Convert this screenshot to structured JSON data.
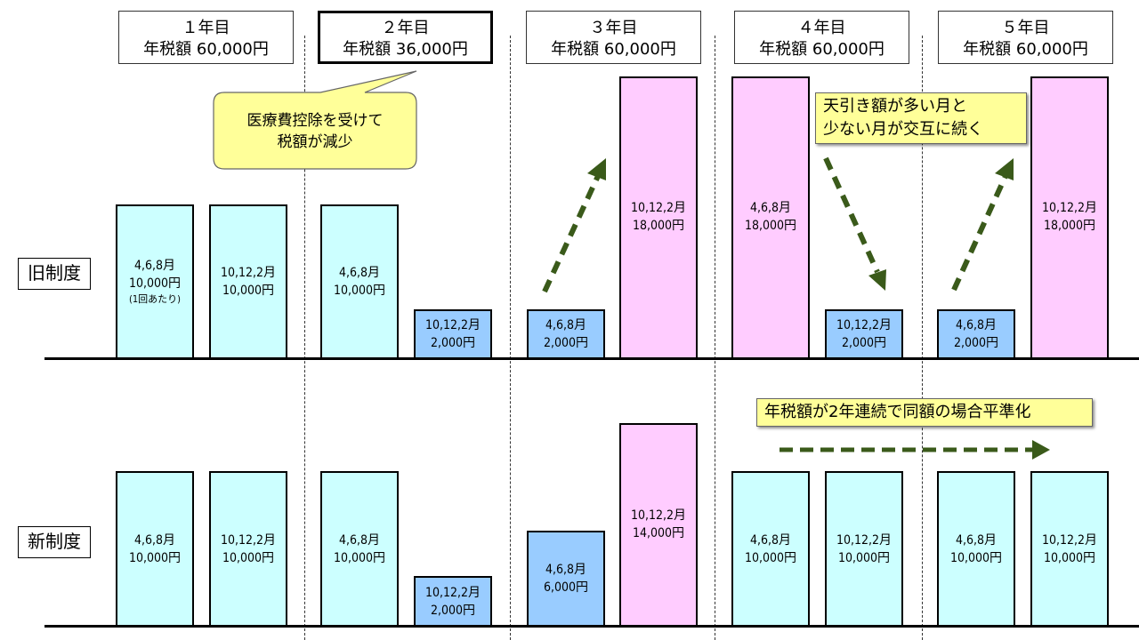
{
  "years": [
    {
      "label": "１年目",
      "tax": "年税額 60,000円"
    },
    {
      "label": "２年目",
      "tax": "年税額 36,000円"
    },
    {
      "label": "３年目",
      "tax": "年税額 60,000円"
    },
    {
      "label": "４年目",
      "tax": "年税額 60,000円"
    },
    {
      "label": "５年目",
      "tax": "年税額 60,000円"
    }
  ],
  "rows": {
    "old": "旧制度",
    "new": "新制度"
  },
  "callouts": {
    "medical": "医療費控除を受けて\n税額が減少",
    "alternate": "天引き額が多い月と\n少ない月が交互に続く",
    "leveling": "年税額が2年連続で同額の場合平準化"
  },
  "old_bars": [
    {
      "months": "4,6,8月",
      "amount": "10,000円",
      "note": "(1回あたり)"
    },
    {
      "months": "10,12,2月",
      "amount": "10,000円"
    },
    {
      "months": "4,6,8月",
      "amount": "10,000円"
    },
    {
      "months": "10,12,2月",
      "amount": "2,000円"
    },
    {
      "months": "4,6,8月",
      "amount": "2,000円"
    },
    {
      "months": "10,12,2月",
      "amount": "18,000円"
    },
    {
      "months": "4,6,8月",
      "amount": "18,000円"
    },
    {
      "months": "10,12,2月",
      "amount": "2,000円"
    },
    {
      "months": "4,6,8月",
      "amount": "2,000円"
    },
    {
      "months": "10,12,2月",
      "amount": "18,000円"
    }
  ],
  "new_bars": [
    {
      "months": "4,6,8月",
      "amount": "10,000円"
    },
    {
      "months": "10,12,2月",
      "amount": "10,000円"
    },
    {
      "months": "4,6,8月",
      "amount": "10,000円"
    },
    {
      "months": "10,12,2月",
      "amount": "2,000円"
    },
    {
      "months": "4,6,8月",
      "amount": "6,000円"
    },
    {
      "months": "10,12,2月",
      "amount": "14,000円"
    },
    {
      "months": "4,6,8月",
      "amount": "10,000円"
    },
    {
      "months": "10,12,2月",
      "amount": "10,000円"
    },
    {
      "months": "4,6,8月",
      "amount": "10,000円"
    },
    {
      "months": "10,12,2月",
      "amount": "10,000円"
    }
  ]
}
